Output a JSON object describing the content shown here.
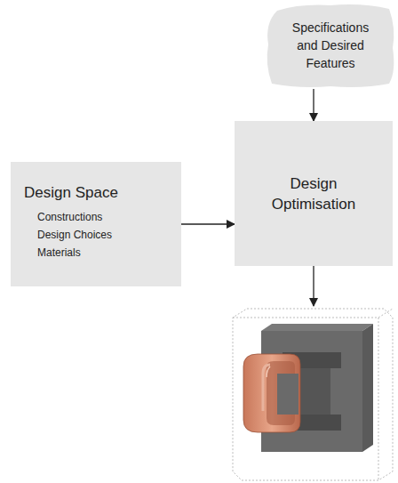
{
  "diagram": {
    "nodes": [
      {
        "text": [
          "Specifications and Desired Features"
        ]
      },
      {
        "text": [
          "Design Space",
          "Constructions",
          "Design Choices",
          "Materials"
        ]
      },
      {
        "text": [
          "Design Optimisation"
        ]
      }
    ],
    "edges": [
      {
        "from": 0,
        "to": 2,
        "arrow": "to"
      },
      {
        "from": 1,
        "to": 2,
        "arrow": "to"
      }
    ]
  }
}
